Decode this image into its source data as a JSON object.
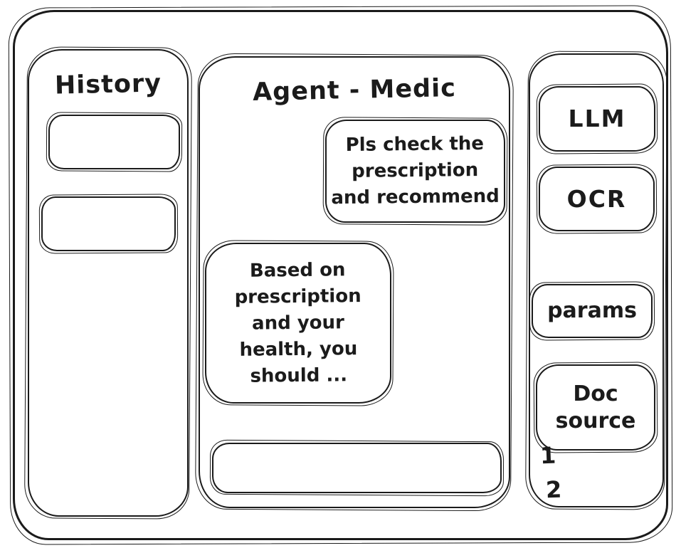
{
  "window": {
    "background": "#ffffff",
    "stroke_color": "#1b1b1b"
  },
  "history_sidebar": {
    "title": "History",
    "items": [
      {
        "label": ""
      },
      {
        "label": ""
      }
    ]
  },
  "chat_panel": {
    "title": "Agent - Medic",
    "messages": [
      {
        "role": "user",
        "text": "Pls check the\nprescription\nand recommend"
      },
      {
        "role": "agent",
        "text": "Based on\nprescription\nand your\nhealth, you\nshould ..."
      }
    ],
    "input": {
      "value": ""
    }
  },
  "tools_sidebar": {
    "buttons": [
      {
        "label": "LLM"
      },
      {
        "label": "OCR"
      },
      {
        "label": "params"
      },
      {
        "label": "Doc source"
      }
    ],
    "doc_source_items": [
      "1",
      "2"
    ]
  }
}
